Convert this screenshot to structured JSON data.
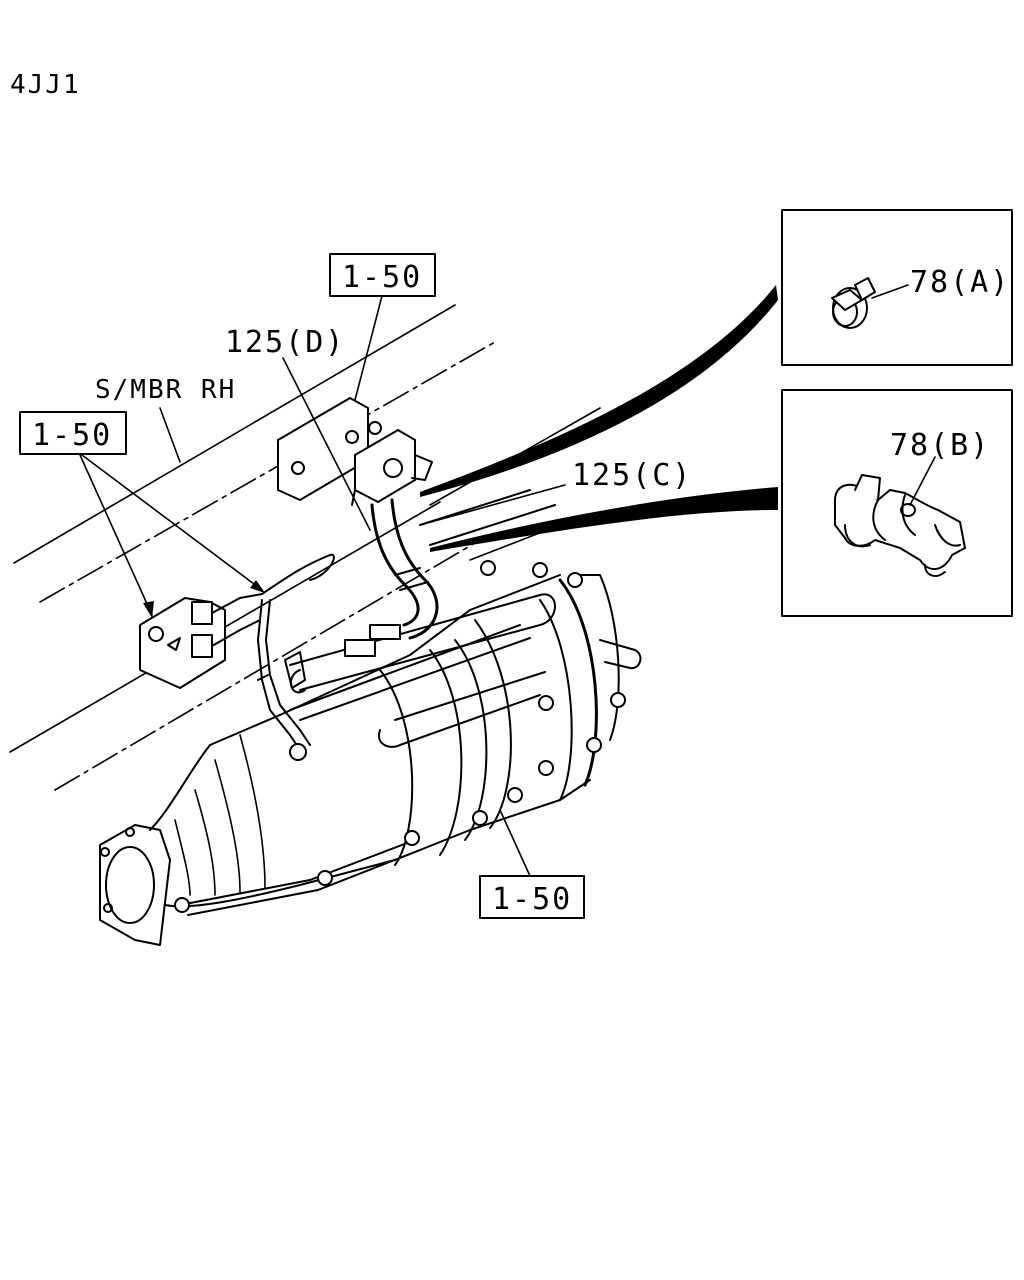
{
  "header": {
    "engine_code": "4JJ1"
  },
  "labels": {
    "ref_top": "1-50",
    "ref_left": "1-50",
    "ref_bottom": "1-50",
    "part_125d": "125(D)",
    "part_125c": "125(C)",
    "frame_member": "S/MBR RH"
  },
  "insets": {
    "a": {
      "label": "78(A)"
    },
    "b": {
      "label": "78(B)"
    }
  }
}
